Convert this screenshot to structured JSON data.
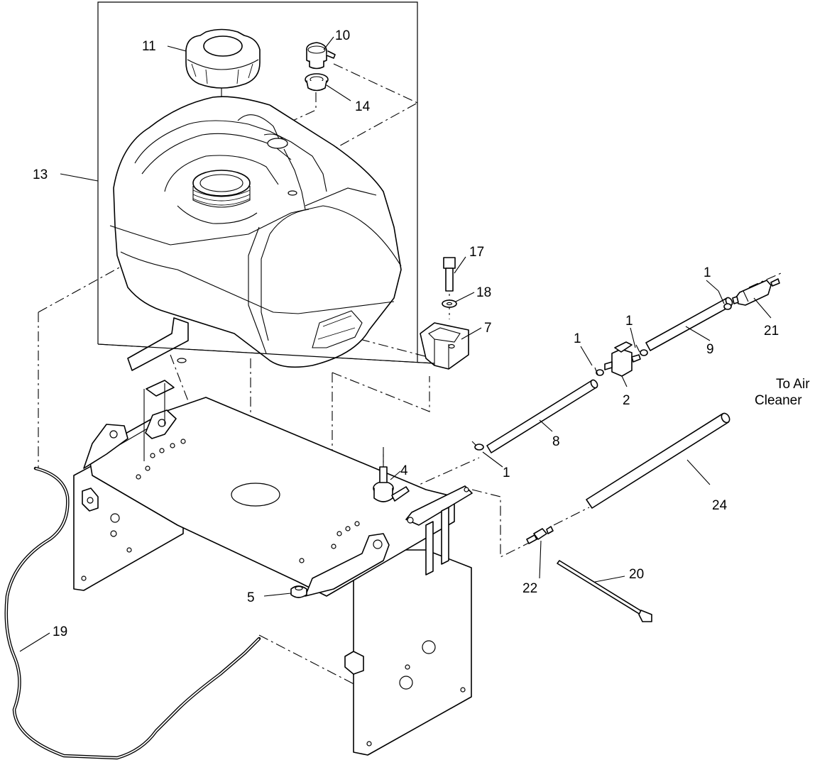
{
  "callouts": [
    {
      "id": "c11",
      "text": "11"
    },
    {
      "id": "c10",
      "text": "10"
    },
    {
      "id": "c14",
      "text": "14"
    },
    {
      "id": "c13",
      "text": "13"
    },
    {
      "id": "c17",
      "text": "17"
    },
    {
      "id": "c18",
      "text": "18"
    },
    {
      "id": "c7",
      "text": "7"
    },
    {
      "id": "c1a",
      "text": "1"
    },
    {
      "id": "c1b",
      "text": "1"
    },
    {
      "id": "c1c",
      "text": "1"
    },
    {
      "id": "c1d",
      "text": "1"
    },
    {
      "id": "c9",
      "text": "9"
    },
    {
      "id": "c21",
      "text": "21"
    },
    {
      "id": "c2",
      "text": "2"
    },
    {
      "id": "c8",
      "text": "8"
    },
    {
      "id": "c4",
      "text": "4"
    },
    {
      "id": "c24",
      "text": "24"
    },
    {
      "id": "c22",
      "text": "22"
    },
    {
      "id": "c20",
      "text": "20"
    },
    {
      "id": "c5",
      "text": "5"
    },
    {
      "id": "c19",
      "text": "19"
    }
  ],
  "note": {
    "line1": "To Air",
    "line2": "Cleaner"
  }
}
